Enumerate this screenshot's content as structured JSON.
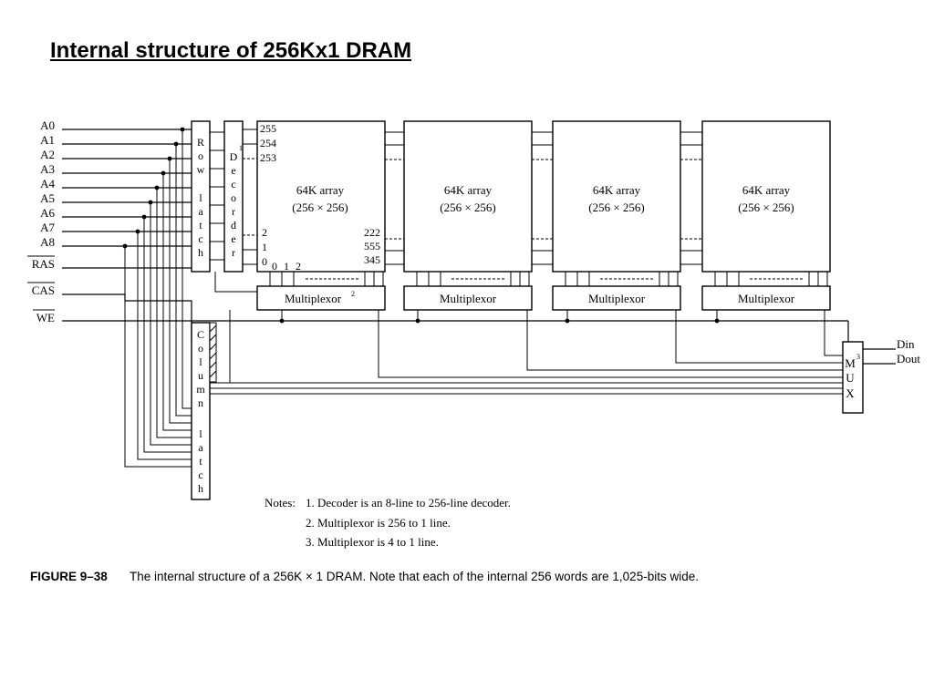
{
  "page": {
    "title": "Internal structure of 256Kx1 DRAM"
  },
  "inputs": {
    "address": [
      "A0",
      "A1",
      "A2",
      "A3",
      "A4",
      "A5",
      "A6",
      "A7",
      "A8"
    ],
    "ras": "RAS",
    "cas": "CAS",
    "we": "WE"
  },
  "row_latch": {
    "letters": [
      "R",
      "o",
      "w",
      "",
      "l",
      "a",
      "t",
      "c",
      "h"
    ]
  },
  "decoder": {
    "letters": [
      "D",
      "e",
      "c",
      "o",
      "r",
      "d",
      "e",
      "r"
    ],
    "note_mark": "1"
  },
  "column_latch": {
    "letters": [
      "C",
      "o",
      "l",
      "u",
      "m",
      "n",
      "",
      "l",
      "a",
      "t",
      "c",
      "h"
    ]
  },
  "arrays": [
    {
      "label": "64K array",
      "size": "(256 × 256)"
    },
    {
      "label": "64K array",
      "size": "(256 × 256)"
    },
    {
      "label": "64K array",
      "size": "(256 × 256)"
    },
    {
      "label": "64K array",
      "size": "(256 × 256)"
    }
  ],
  "array_row_numbers_top": [
    "255",
    "254",
    "253"
  ],
  "array_row_numbers_bottom": [
    "2",
    "1",
    "0"
  ],
  "array_col_numbers": [
    "0",
    "1",
    "2"
  ],
  "array_right_numbers": [
    "222",
    "555",
    "345"
  ],
  "multiplexors": [
    {
      "label": "Multiplexor",
      "note_mark": "2"
    },
    {
      "label": "Multiplexor",
      "note_mark": ""
    },
    {
      "label": "Multiplexor",
      "note_mark": ""
    },
    {
      "label": "Multiplexor",
      "note_mark": ""
    }
  ],
  "mux": {
    "letters": [
      "M",
      "U",
      "X"
    ],
    "note_mark": "3"
  },
  "outputs": {
    "din": "Din",
    "dout": "Dout"
  },
  "notes": {
    "heading": "Notes:",
    "items": [
      "1. Decoder is an 8-line to 256-line decoder.",
      "2. Multiplexor is 256 to 1 line.",
      "3. Multiplexor is 4 to 1 line."
    ]
  },
  "caption": {
    "label": "FIGURE 9–38",
    "text": "The internal structure of a 256K × 1 DRAM. Note that each of the internal 256 words are 1,025-bits wide."
  }
}
